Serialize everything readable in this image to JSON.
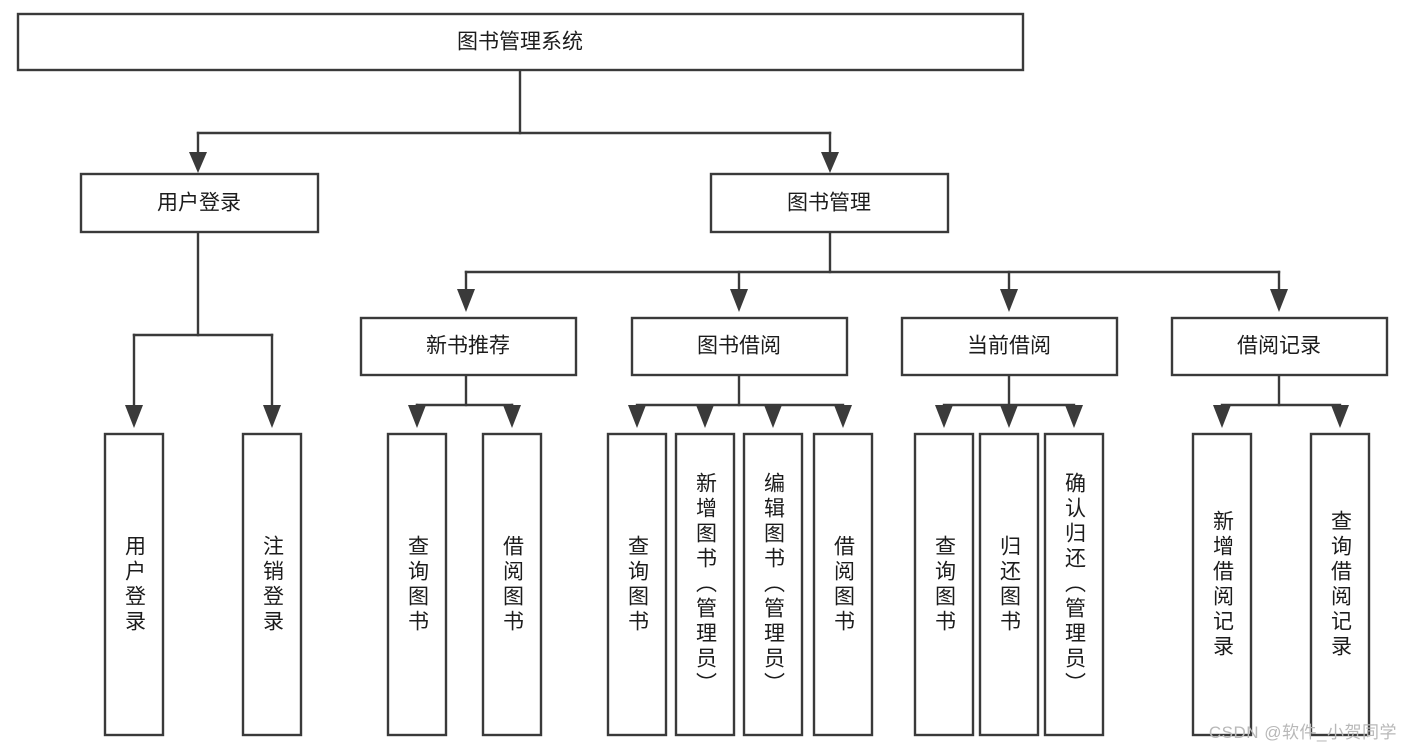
{
  "diagram": {
    "title": "图书管理系统",
    "type": "tree-hierarchy-chart",
    "watermark": "CSDN @软件_小贺同学",
    "root": {
      "id": "root",
      "label": "图书管理系统"
    },
    "level1": [
      {
        "id": "user-login",
        "label": "用户登录"
      },
      {
        "id": "book-management",
        "label": "图书管理"
      }
    ],
    "level2": [
      {
        "id": "new-book-recommend",
        "label": "新书推荐",
        "parent": "book-management"
      },
      {
        "id": "book-borrow",
        "label": "图书借阅",
        "parent": "book-management"
      },
      {
        "id": "current-borrow",
        "label": "当前借阅",
        "parent": "book-management"
      },
      {
        "id": "borrow-record",
        "label": "借阅记录",
        "parent": "book-management"
      }
    ],
    "leaves": [
      {
        "id": "leaf-user-login",
        "label": "用户登录",
        "parent": "user-login"
      },
      {
        "id": "leaf-user-logout",
        "label": "注销登录",
        "parent": "user-login"
      },
      {
        "id": "leaf-query-book-1",
        "label": "查询图书",
        "parent": "new-book-recommend"
      },
      {
        "id": "leaf-borrow-book-1",
        "label": "借阅图书",
        "parent": "new-book-recommend"
      },
      {
        "id": "leaf-query-book-2",
        "label": "查询图书",
        "parent": "book-borrow"
      },
      {
        "id": "leaf-add-book",
        "label": "新增图书（管理员）",
        "parent": "book-borrow"
      },
      {
        "id": "leaf-edit-book",
        "label": "编辑图书（管理员）",
        "parent": "book-borrow"
      },
      {
        "id": "leaf-borrow-book-2",
        "label": "借阅图书",
        "parent": "book-borrow"
      },
      {
        "id": "leaf-query-book-3",
        "label": "查询图书",
        "parent": "current-borrow"
      },
      {
        "id": "leaf-return-book",
        "label": "归还图书",
        "parent": "current-borrow"
      },
      {
        "id": "leaf-confirm-return",
        "label": "确认归还（管理员）",
        "parent": "current-borrow"
      },
      {
        "id": "leaf-add-record",
        "label": "新增借阅记录",
        "parent": "borrow-record"
      },
      {
        "id": "leaf-query-record",
        "label": "查询借阅记录",
        "parent": "borrow-record"
      }
    ],
    "colors": {
      "stroke": "#3a3a3a",
      "fill": "#ffffff",
      "text": "#1c1c1c",
      "watermark": "#b8b8b8"
    }
  }
}
